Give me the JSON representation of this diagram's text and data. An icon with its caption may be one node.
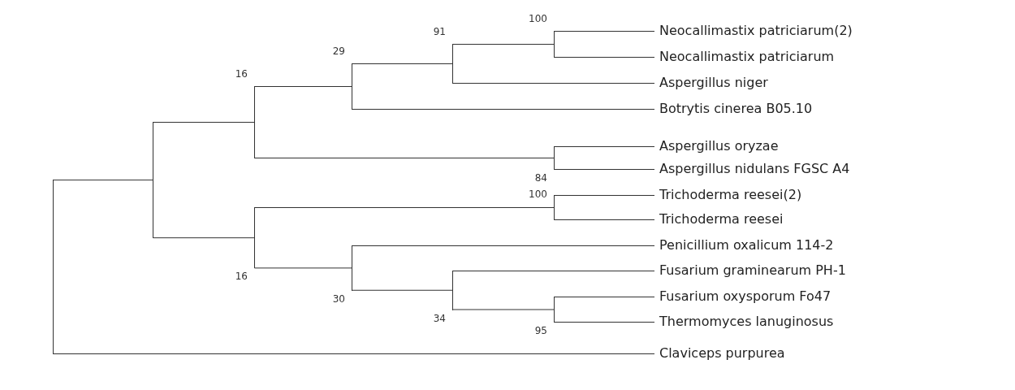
{
  "diagram": {
    "nodes": [
      {
        "text": [
          "Neocallimastix patriciarum(2)"
        ]
      },
      {
        "text": [
          "Neocallimastix patriciarum"
        ]
      },
      {
        "text": [
          "Aspergillus niger"
        ]
      },
      {
        "text": [
          "Botrytis cinerea B05.10"
        ]
      },
      {
        "text": [
          "Aspergillus oryzae"
        ]
      },
      {
        "text": [
          "Aspergillus nidulans FGSC A4"
        ]
      },
      {
        "text": [
          "Trichoderma reesei(2)"
        ]
      },
      {
        "text": [
          "Trichoderma reesei"
        ]
      },
      {
        "text": [
          "Penicillium oxalicum 114-2"
        ]
      },
      {
        "text": [
          "Fusarium graminearum PH-1"
        ]
      },
      {
        "text": [
          "Fusarium oxysporum Fo47"
        ]
      },
      {
        "text": [
          "Thermomyces lanuginosus"
        ]
      },
      {
        "text": [
          "Claviceps purpurea"
        ]
      },
      {
        "text": [],
        "shape": "bar"
      },
      {
        "text": [],
        "shape": "bar"
      },
      {
        "text": [],
        "shape": "bar",
        "beside": [
          "16"
        ]
      },
      {
        "text": [],
        "shape": "bar",
        "beside": [
          "16"
        ]
      },
      {
        "text": [],
        "shape": "bar",
        "beside": [
          "29"
        ]
      },
      {
        "text": [],
        "shape": "bar",
        "beside": [
          "30"
        ]
      },
      {
        "text": [],
        "shape": "bar",
        "beside": [
          "91"
        ]
      },
      {
        "text": [],
        "shape": "bar",
        "beside": [
          "34"
        ]
      },
      {
        "text": [],
        "shape": "bar",
        "beside": [
          "100"
        ]
      },
      {
        "text": [],
        "shape": "bar",
        "beside": [
          "84"
        ]
      },
      {
        "text": [],
        "shape": "bar",
        "beside": [
          "100"
        ]
      },
      {
        "text": [],
        "shape": "bar",
        "beside": [
          "95"
        ]
      }
    ],
    "edges": [
      {
        "from": 13,
        "to": 14,
        "arrow": "none"
      },
      {
        "from": 13,
        "to": 12,
        "arrow": "none"
      },
      {
        "from": 14,
        "to": 15,
        "arrow": "none"
      },
      {
        "from": 14,
        "to": 16,
        "arrow": "none"
      },
      {
        "from": 15,
        "to": 17,
        "arrow": "none"
      },
      {
        "from": 15,
        "to": 22,
        "arrow": "none"
      },
      {
        "from": 17,
        "to": 19,
        "arrow": "none"
      },
      {
        "from": 17,
        "to": 3,
        "arrow": "none"
      },
      {
        "from": 19,
        "to": 21,
        "arrow": "none"
      },
      {
        "from": 19,
        "to": 2,
        "arrow": "none"
      },
      {
        "from": 21,
        "to": 0,
        "arrow": "none"
      },
      {
        "from": 21,
        "to": 1,
        "arrow": "none"
      },
      {
        "from": 22,
        "to": 4,
        "arrow": "none"
      },
      {
        "from": 22,
        "to": 5,
        "arrow": "none"
      },
      {
        "from": 16,
        "to": 23,
        "arrow": "none"
      },
      {
        "from": 16,
        "to": 18,
        "arrow": "none"
      },
      {
        "from": 23,
        "to": 6,
        "arrow": "none"
      },
      {
        "from": 23,
        "to": 7,
        "arrow": "none"
      },
      {
        "from": 18,
        "to": 8,
        "arrow": "none"
      },
      {
        "from": 18,
        "to": 20,
        "arrow": "none"
      },
      {
        "from": 20,
        "to": 9,
        "arrow": "none"
      },
      {
        "from": 20,
        "to": 24,
        "arrow": "none"
      },
      {
        "from": 24,
        "to": 10,
        "arrow": "none"
      },
      {
        "from": 24,
        "to": 11,
        "arrow": "none"
      }
    ]
  }
}
